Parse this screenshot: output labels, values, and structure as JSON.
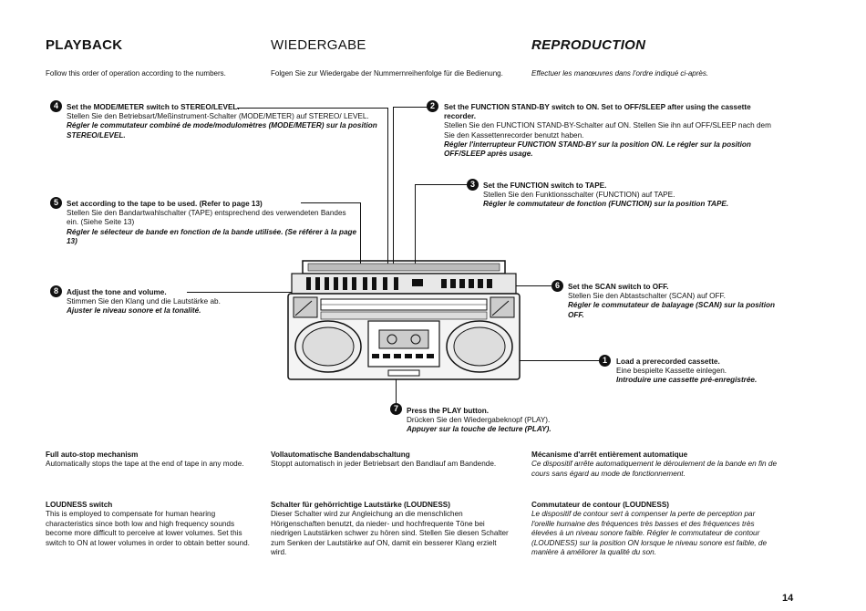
{
  "headings": {
    "en": "PLAYBACK",
    "de": "WIEDERGABE",
    "fr": "REPRODUCTION"
  },
  "intro": {
    "en": "Follow this order of operation according to the numbers.",
    "de": "Folgen Sie zur Wiedergabe der Nummernreihenfolge für die Bedienung.",
    "fr": "Effectuer les manœuvres dans l'ordre indiqué ci-après."
  },
  "steps": {
    "s1": {
      "num": "1",
      "en": "Load a prerecorded cassette.",
      "de": "Eine bespielte Kassette einlegen.",
      "fr": "Introduire une cassette pré-enregistrée."
    },
    "s2": {
      "num": "2",
      "en": "Set the FUNCTION STAND-BY switch to ON. Set to OFF/SLEEP after using the cassette recorder.",
      "de": "Stellen Sie den FUNCTION STAND-BY-Schalter auf ON. Stellen Sie ihn auf OFF/SLEEP nach dem Sie den Kassettenrecorder benutzt haben.",
      "fr": "Régler l'interrupteur FUNCTION STAND-BY sur la position ON. Le régler sur la position OFF/SLEEP après usage."
    },
    "s3": {
      "num": "3",
      "en": "Set the FUNCTION switch to TAPE.",
      "de": "Stellen Sie den Funktionsschalter (FUNCTION) auf TAPE.",
      "fr": "Régler le commutateur de fonction (FUNCTION) sur la position TAPE."
    },
    "s4": {
      "num": "4",
      "en": "Set the MODE/METER switch to STEREO/LEVEL.",
      "de": "Stellen Sie den Betriebsart/Meßinstrument-Schalter (MODE/METER) auf STEREO/ LEVEL.",
      "fr": "Régler le commutateur combiné de mode/modulomètres (MODE/METER) sur la position STEREO/LEVEL."
    },
    "s5": {
      "num": "5",
      "en": "Set according to the tape to be used. (Refer to page 13)",
      "de": "Stellen Sie den Bandartwahlschalter (TAPE) entsprechend des verwendeten Bandes ein. (Siehe Seite 13)",
      "fr": "Régler le sélecteur de bande en fonction de la bande utilisée. (Se référer à la page 13)"
    },
    "s6": {
      "num": "6",
      "en": "Set the SCAN switch to OFF.",
      "de": "Stellen Sie den Abtastschalter (SCAN) auf OFF.",
      "fr": "Régler le commutateur de balayage (SCAN) sur la position OFF."
    },
    "s7": {
      "num": "7",
      "en": "Press the PLAY button.",
      "de": "Drücken Sie den Wiedergabeknopf (PLAY).",
      "fr": "Appuyer sur la touche de lecture (PLAY)."
    },
    "s8": {
      "num": "8",
      "en": "Adjust the tone and volume.",
      "de": "Stimmen Sie den Klang und die Lautstärke ab.",
      "fr": "Ajuster le niveau sonore et la tonalité."
    }
  },
  "features": {
    "auto_stop": {
      "en_title": "Full auto-stop mechanism",
      "en_body": "Automatically stops the tape at the end of tape in any mode.",
      "de_title": "Vollautomatische Bandendabschaltung",
      "de_body": "Stoppt automatisch in jeder Betriebsart den Bandlauf am Bandende.",
      "fr_title": "Mécanisme d'arrêt entièrement automatique",
      "fr_body": "Ce dispositif arrête automatiquement le déroulement de la bande en fin de cours sans égard au mode de fonctionnement."
    },
    "loudness": {
      "en_title": "LOUDNESS switch",
      "en_body": "This is employed to compensate for human hearing characteristics since both low and high frequency sounds become more difficult to perceive at lower volumes. Set this switch to ON at lower volumes in order to obtain better sound.",
      "de_title": "Schalter für gehörrichtige Lautstärke (LOUDNESS)",
      "de_body": "Dieser Schalter wird zur Angleichung an die menschlichen Hörigenschaften benutzt, da nieder- und hochfrequente Töne bei niedrigen Lautstärken schwer zu hören sind. Stellen Sie diesen Schalter zum Senken der Lautstärke auf ON, damit ein besserer Klang erzielt wird.",
      "fr_title": "Commutateur de contour (LOUDNESS)",
      "fr_body": "Le dispositif de contour sert à compenser la perte de perception par l'oreille humaine des fréquences très basses et des fréquences très élevées à un niveau sonore faible. Régler le commutateur de contour (LOUDNESS) sur la position ON lorsque le niveau sonore est faible, de manière à améliorer la qualité du son."
    }
  },
  "page_number": "14"
}
